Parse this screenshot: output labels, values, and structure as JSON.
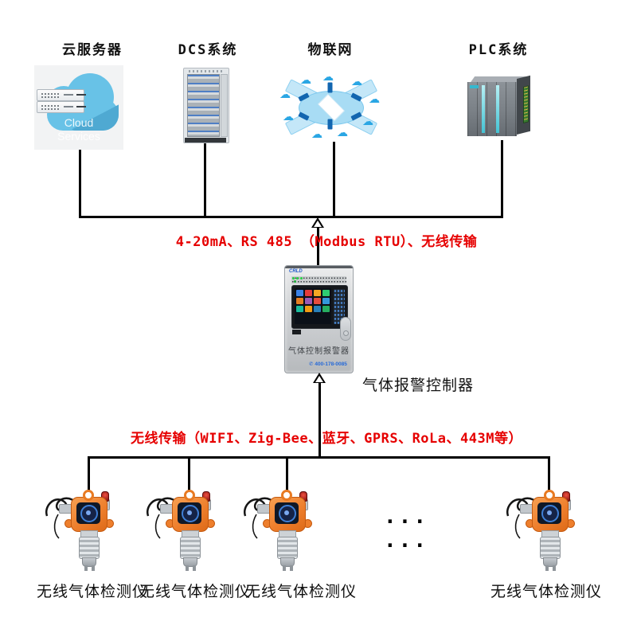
{
  "top_nodes": [
    {
      "label": "云服务器",
      "icon": "cloud-servers-icon",
      "caption_lines": [
        "Cloud",
        "Services"
      ]
    },
    {
      "label": "DCS系统",
      "icon": "server-cabinet-icon"
    },
    {
      "label": "物联网",
      "icon": "iot-network-icon"
    },
    {
      "label": "PLC系统",
      "icon": "plc-module-icon"
    }
  ],
  "top_bus_label": {
    "text": "4-20mA、RS 485 （Modbus RTU）、无线传输",
    "color": "#e60000"
  },
  "controller": {
    "brand": "CRLD",
    "name_on_device": "气体控制报警器",
    "phone": "400-178-0085",
    "side_label": "气体报警控制器"
  },
  "bottom_bus_label": {
    "text": "无线传输（WIFI、Zig-Bee、蓝牙、GPRS、RoLa、443M等）",
    "color": "#e60000"
  },
  "detectors": [
    {
      "label": "无线气体检测仪"
    },
    {
      "label": "无线气体检测仪"
    },
    {
      "label": "无线气体检测仪"
    },
    {
      "label": "无线气体检测仪"
    }
  ],
  "ellipsis": "... ...",
  "icons": {
    "phone_glyph": "✆",
    "cloud_glyph": "☁"
  },
  "colors": {
    "accent_red": "#e60000",
    "line_black": "#000000",
    "detector_orange": "#ee7f2d",
    "cloud_blue": "#68c2e7"
  }
}
